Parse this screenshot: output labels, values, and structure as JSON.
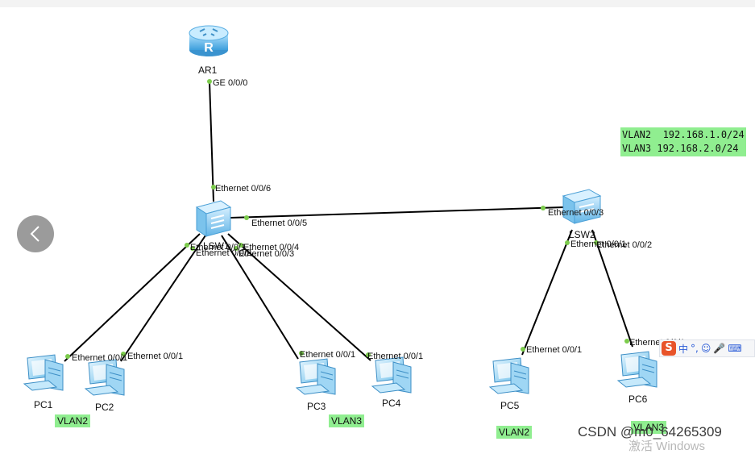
{
  "devices": {
    "router": {
      "name": "AR1"
    },
    "switch1": {
      "name": "LSW1"
    },
    "switch2": {
      "name": "LSW2"
    },
    "pcs": [
      "PC1",
      "PC2",
      "PC3",
      "PC4",
      "PC5",
      "PC6"
    ]
  },
  "ports": {
    "ar1_ge": "GE 0/0/0",
    "lsw1_to_ar1": "Ethernet 0/0/6",
    "lsw1_to_lsw2": "Ethernet 0/0/5",
    "lsw2_to_lsw1": "Ethernet 0/0/3",
    "lsw1_p1": "Ethernet 0/0/1",
    "lsw1_p2": "Ethernet 0/0/2",
    "lsw1_p3": "Ethernet 0/0/3",
    "lsw1_p4": "Ethernet 0/0/4",
    "lsw2_p1": "Ethernet 0/0/1",
    "lsw2_p2": "Ethernet 0/0/2",
    "pc1_port": "Ethernet 0/0/1",
    "pc2_port": "Ethernet 0/0/1",
    "pc3_port": "Ethernet 0/0/1",
    "pc4_port": "Ethernet 0/0/1",
    "pc5_port": "Ethernet 0/0/1",
    "pc6_port": "Ethernet 0/0/1"
  },
  "vlan_tags": {
    "group1": "VLAN2",
    "group2": "VLAN3",
    "pc5": "VLAN2",
    "pc6": "VLAN3"
  },
  "legend": {
    "line1": "VLAN2  192.168.1.0/24",
    "line2": "VLAN3 192.168.2.0/24"
  },
  "ime": {
    "logo": "S",
    "lang": "中",
    "punct": "°,",
    "emoji": "☺",
    "mic": "🎤",
    "keyboard": "⌨"
  },
  "watermark": "CSDN @m0_64265309",
  "windows_activate": "激活 Windows",
  "colors": {
    "vlan_highlight": "#90ee90",
    "link_line": "#000000",
    "port_dot": "#7ccc4c",
    "device_blue": "#5fb8ea"
  }
}
